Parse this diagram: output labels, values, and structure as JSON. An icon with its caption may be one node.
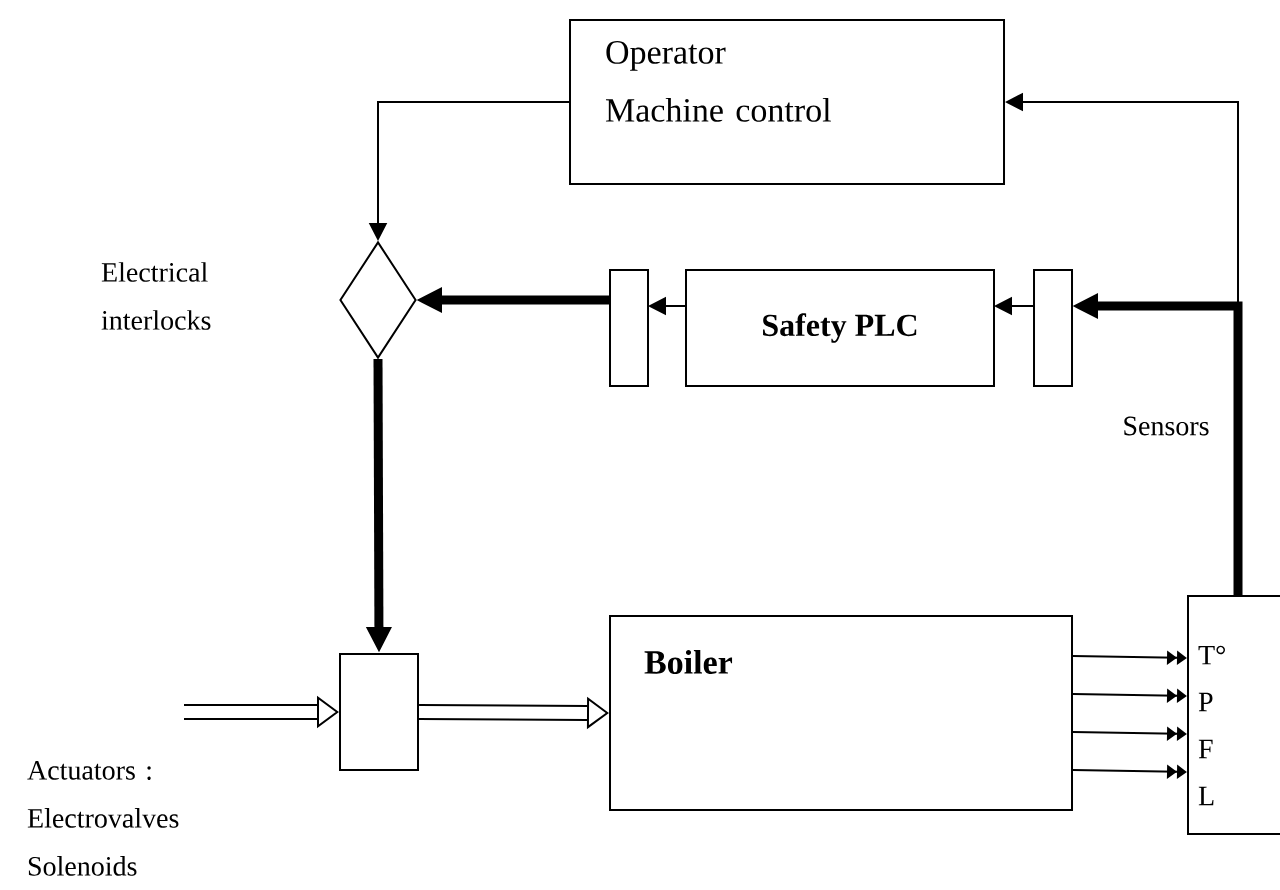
{
  "diagram": {
    "nodes": [
      {
        "text": [
          "Operator Machine control"
        ]
      },
      {
        "text": [],
        "shape": "diamond"
      },
      {
        "text": [],
        "shape": "box"
      },
      {
        "text": [
          "Safety PLC"
        ]
      },
      {
        "text": [],
        "shape": "box"
      },
      {
        "text": [],
        "shape": "box"
      },
      {
        "text": [
          "Boiler"
        ]
      },
      {
        "text": [
          "T°",
          "P",
          "F",
          "L"
        ]
      }
    ],
    "labels": [
      "Electrical interlocks",
      "Sensors",
      "Actuators : Electrovalves Solenoids"
    ],
    "edges": [
      {
        "from": 0,
        "to": 1,
        "arrow": "to"
      },
      {
        "from": 7,
        "to": 0,
        "arrow": "to"
      },
      {
        "from": 7,
        "to": 4,
        "arrow": "to",
        "style": "thick"
      },
      {
        "from": 4,
        "to": 3,
        "arrow": "to"
      },
      {
        "from": 3,
        "to": 2,
        "arrow": "to"
      },
      {
        "from": 2,
        "to": 1,
        "arrow": "to",
        "style": "thick"
      },
      {
        "from": 1,
        "to": 5,
        "arrow": "to",
        "style": "thick"
      },
      {
        "from": null,
        "to": 5,
        "arrow": "to",
        "style": "thick"
      },
      {
        "from": 5,
        "to": 6,
        "arrow": "to",
        "style": "thick"
      },
      {
        "from": 6,
        "to": 7,
        "arrow": "to"
      },
      {
        "from": 6,
        "to": 7,
        "arrow": "to"
      },
      {
        "from": 6,
        "to": 7,
        "arrow": "to"
      },
      {
        "from": 6,
        "to": 7,
        "arrow": "to"
      }
    ]
  }
}
